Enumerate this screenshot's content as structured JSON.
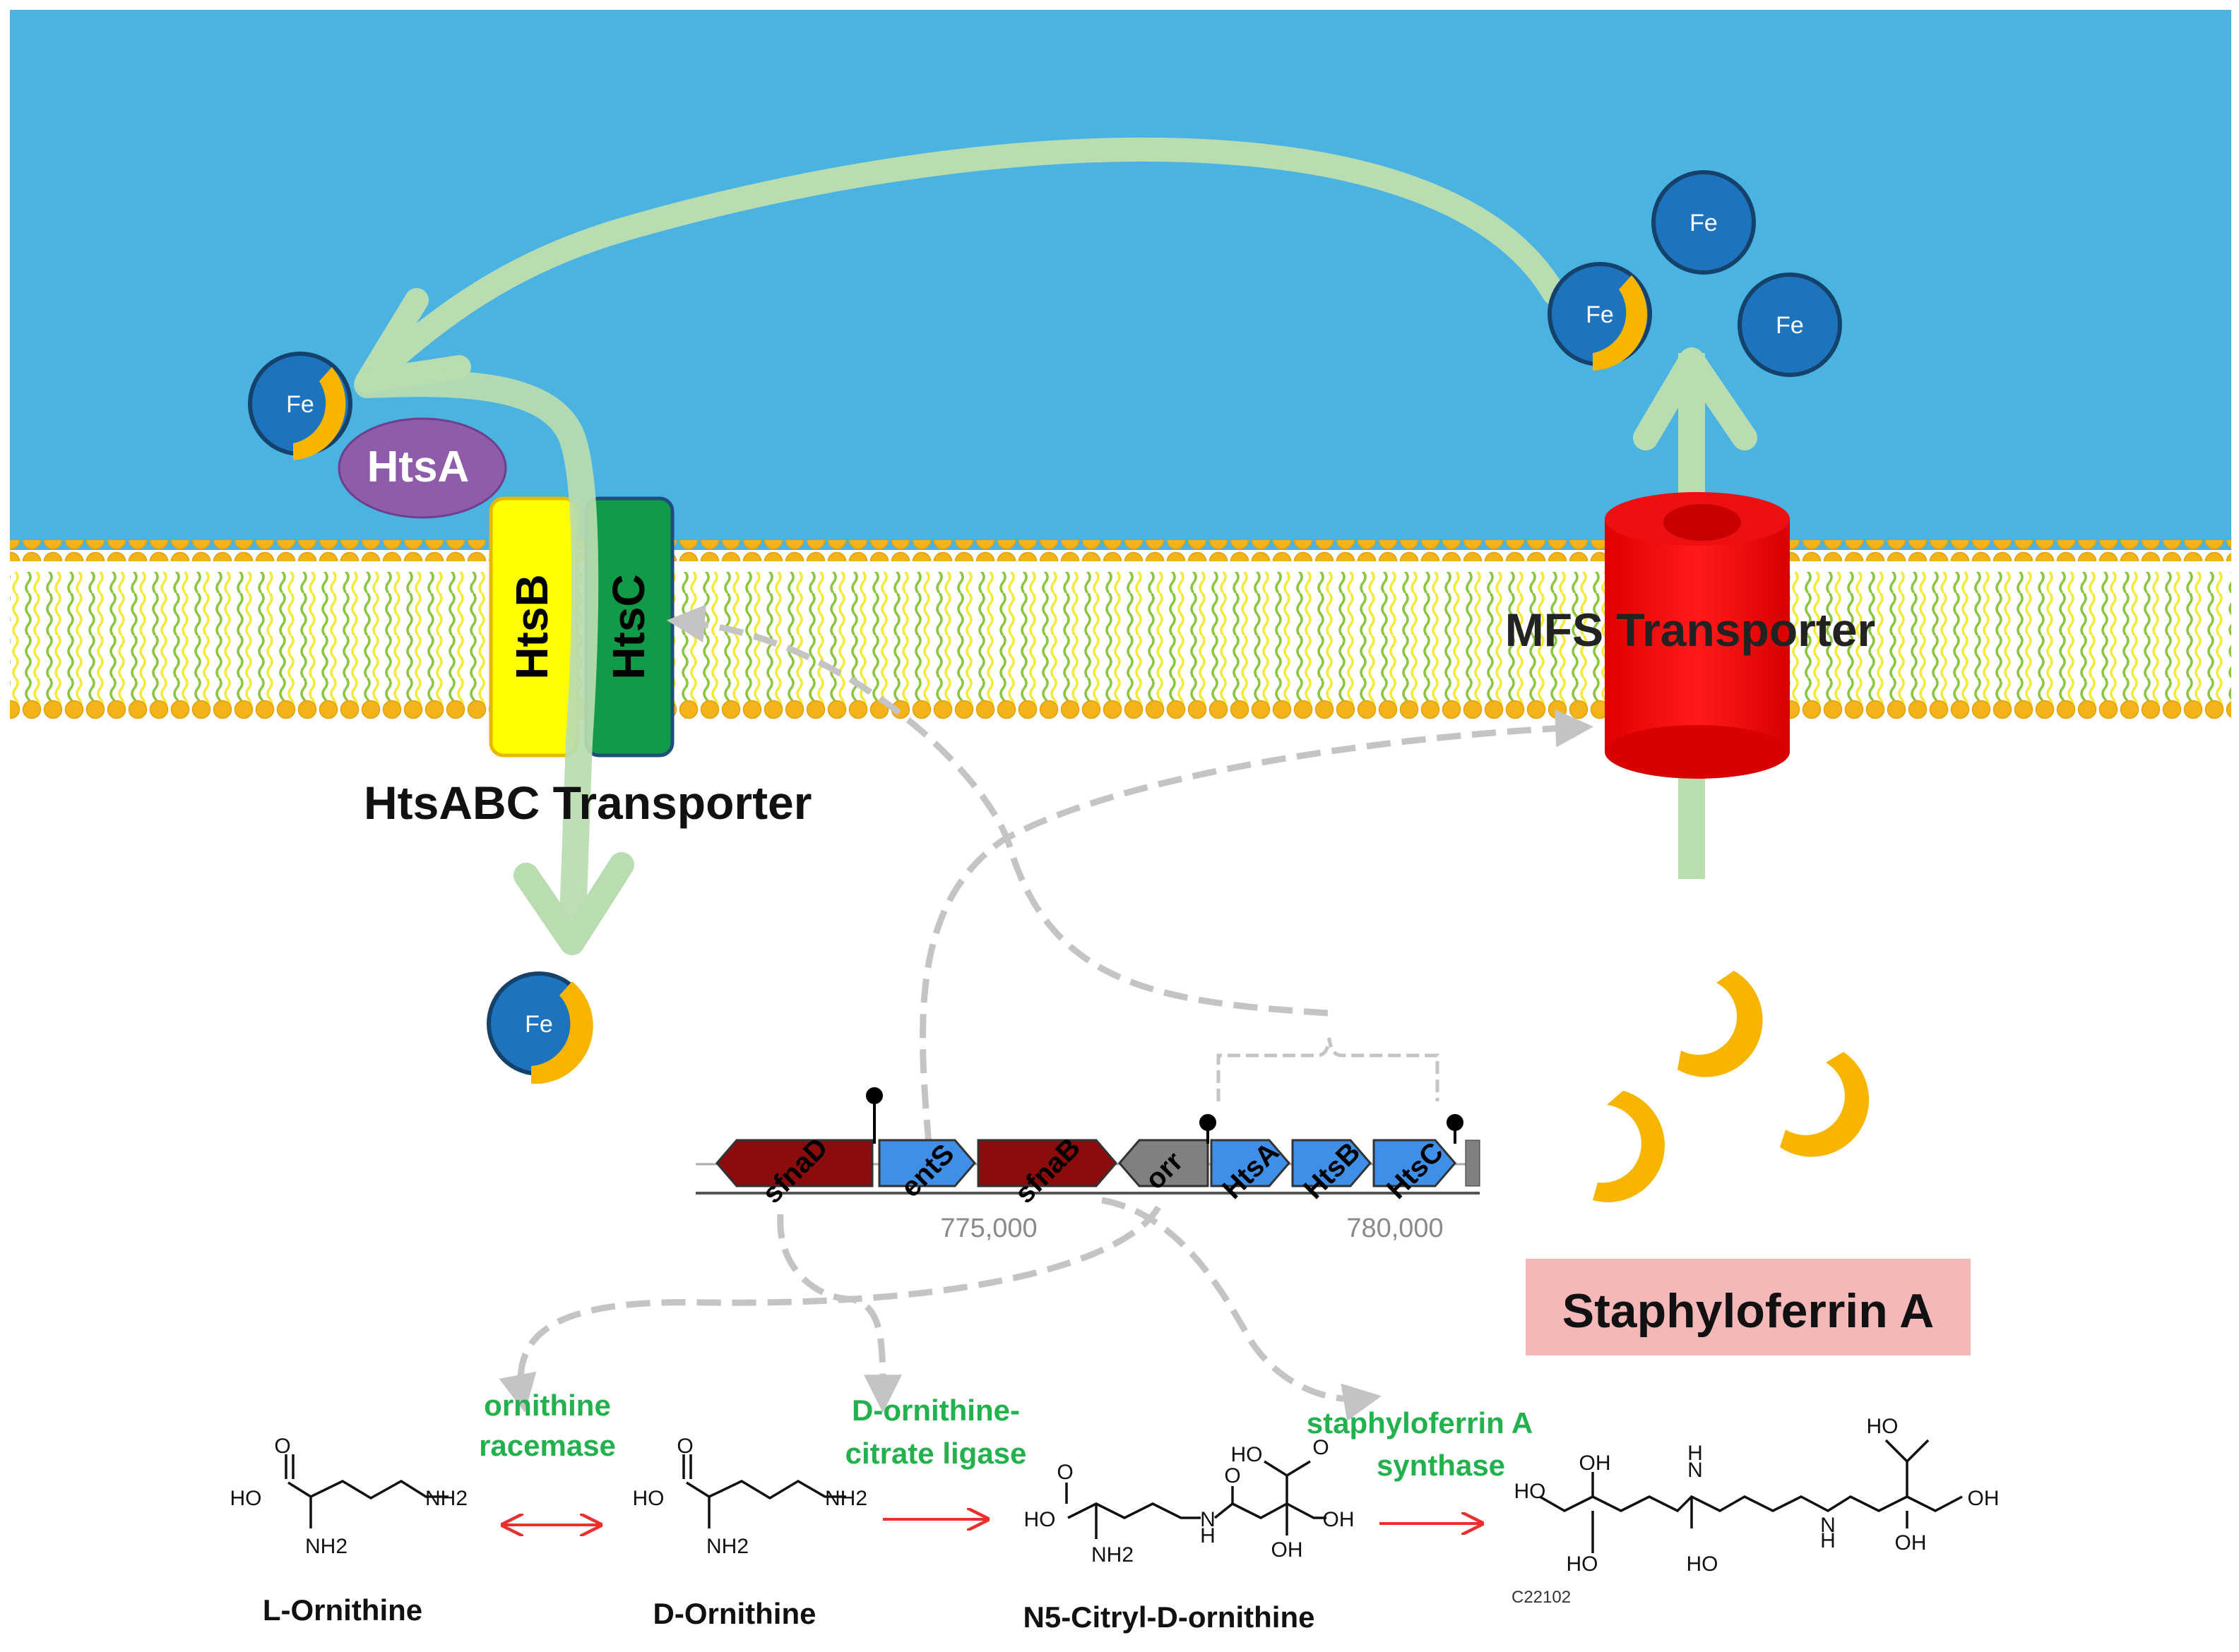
{
  "colors": {
    "extracellular": "#4ab3e2",
    "membrane_head": "#f5b31a",
    "membrane_tail_a": "#8cc63e",
    "membrane_tail_b": "#f4ea3a",
    "iron": "#1e73be",
    "siderophore": "#f7b500",
    "flow_arrow": "#b9ddb0",
    "htsA": "#8e5ca8",
    "htsB": "#ffff00",
    "htsC": "#119a48",
    "mfs": "#ff0000",
    "gene_red": "#8b0c0c",
    "gene_blue": "#3f8fe8",
    "gene_gray": "#808080",
    "enzyme_text": "#22b14c",
    "reaction_arrow": "#e8312f",
    "label_box": "#f4b8b8"
  },
  "iron_label": "Fe",
  "proteins": {
    "htsA": "HtsA",
    "htsB": "HtsB",
    "htsC": "HtsC",
    "htsabc_transporter": "HtsABC Transporter",
    "mfs_transporter": "MFS Transporter"
  },
  "siderophore_name": "Staphyloferrin A",
  "genes": [
    "sfnaD",
    "entS",
    "sfnaB",
    "orr",
    "HtsA",
    "HtsB",
    "HtsC"
  ],
  "genome_coords": [
    "775,000",
    "780,000"
  ],
  "enzymes": {
    "racemase_line1": "ornithine",
    "racemase_line2": "racemase",
    "ligase_line1": "D-ornithine-",
    "ligase_line2": "citrate ligase",
    "synthase_line1": "staphyloferrin A",
    "synthase_line2": "synthase"
  },
  "compounds": {
    "l_ornithine": "L-Ornithine",
    "d_ornithine": "D-Ornithine",
    "n5_citryl": "N5-Citryl-D-ornithine",
    "product_id": "C22102"
  },
  "chem_labels": {
    "ho": "HO",
    "oh": "OH",
    "o": "O",
    "nh2": "NH2",
    "nh": "N",
    "h": "H"
  }
}
